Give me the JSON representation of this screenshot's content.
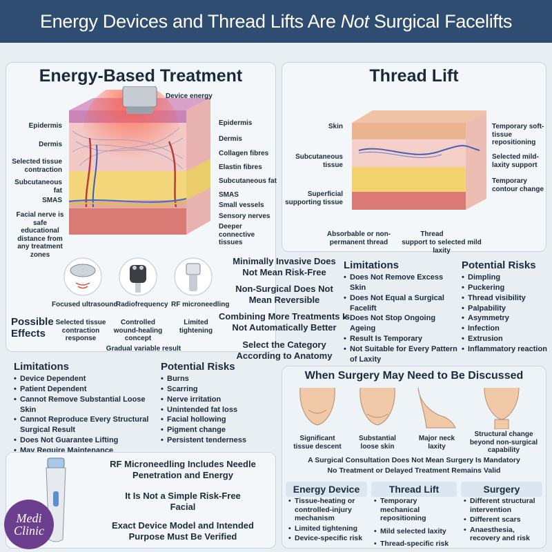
{
  "banner": {
    "pre": "Energy Devices and Thread Lifts Are",
    "em": "Not",
    "post": "Surgical Facelifts"
  },
  "energy": {
    "title": "Energy-Based Treatment",
    "device_label": "Device energy",
    "left_labels": [
      "Epidermis",
      "Dermis",
      "Selected tissue contraction",
      "Subcutaneous fat",
      "SMAS",
      "Facial nerve is safe educational distance from any treatment zones"
    ],
    "right_labels": [
      "Epidermis",
      "Dermis",
      "Collagen fibres",
      "Elastin fibres",
      "Subcutaneous fat",
      "SMAS",
      "Small vessels",
      "Sensory nerves",
      "Deeper connective tissues"
    ],
    "devices": [
      {
        "name": "Focused ultrasound",
        "effect": "Selected tissue contraction response"
      },
      {
        "name": "Radiofrequency",
        "effect": "Controlled wound-healing concept"
      },
      {
        "name": "RF microneedling",
        "effect": "Limited tightening"
      }
    ],
    "possible_effects": "Possible Effects",
    "gradual": "Gradual variable result",
    "limitations_title": "Limitations",
    "limitations": [
      "Device Dependent",
      "Patient Dependent",
      "Cannot Remove Substantial Loose Skin",
      "Cannot Reproduce Every Structural Surgical Result",
      "Does Not Guarantee Lifting",
      "May Require Maintenance"
    ],
    "risks_title": "Potential Risks",
    "risks": [
      "Burns",
      "Scarring",
      "Nerve irritation",
      "Unintended fat loss",
      "Facial hollowing",
      "Pigment change",
      "Persistent tenderness"
    ]
  },
  "middle_notes": [
    "Minimally Invasive Does Not Mean Risk-Free",
    "Non-Surgical Does Not Mean Reversible",
    "Combining More Treatments Is Not Automatically Better",
    "Select the Category According to Anatomy"
  ],
  "rf_notes": [
    "RF Microneedling Includes Needle Penetration and Energy",
    "It Is Not a Simple Risk-Free Facial",
    "Exact Device Model and Intended Purpose Must Be Verified"
  ],
  "logo": {
    "line1": "Medi",
    "line2": "Clinic"
  },
  "thread": {
    "title": "Thread Lift",
    "left_labels": [
      "Skin",
      "Subcutaneous tissue",
      "Superficial supporting tissue"
    ],
    "right_labels": [
      "Temporary soft-tissue repositioning",
      "Selected mild-laxity support",
      "Temporary contour change"
    ],
    "bottom_left": "Absorbable or non-permanent thread",
    "bottom_right_a": "Thread",
    "bottom_right_b": "support to selected mild laxity",
    "limitations_title": "Limitations",
    "limitations": [
      "Does Not Remove Excess Skin",
      "Does Not Equal a Surgical Facelift",
      "Does Not Stop Ongoing Ageing",
      "Result Is Temporary",
      "Not Suitable for Every Pattern of Laxity"
    ],
    "risks_title": "Potential Risks",
    "risks": [
      "Dimpling",
      "Puckering",
      "Thread visibility",
      "Palpability",
      "Asymmetry",
      "Infection",
      "Extrusion",
      "Inflammatory reaction"
    ]
  },
  "surgery": {
    "title": "When Surgery May Need to Be Discussed",
    "faces": [
      "Significant tissue descent",
      "Substantial loose skin",
      "Major neck laxity",
      "Structural change beyond non-surgical capability"
    ],
    "note1": "A Surgical Consultation Does Not Mean Surgery Is Mandatory",
    "note2": "No Treatment or Delayed Treatment Remains Valid",
    "columns": [
      {
        "title": "Energy Device",
        "items": [
          "Tissue-heating or controlled-injury mechanism",
          "Limited tightening",
          "Device-specific risk"
        ]
      },
      {
        "title": "Thread Lift",
        "items": [
          "Temporary mechanical repositioning",
          "Mild selected laxity",
          "Thread-specific risk"
        ]
      },
      {
        "title": "Surgery",
        "items": [
          "Different structural intervention",
          "Different scars",
          "Anaesthesia, recovery and risk"
        ]
      }
    ]
  }
}
